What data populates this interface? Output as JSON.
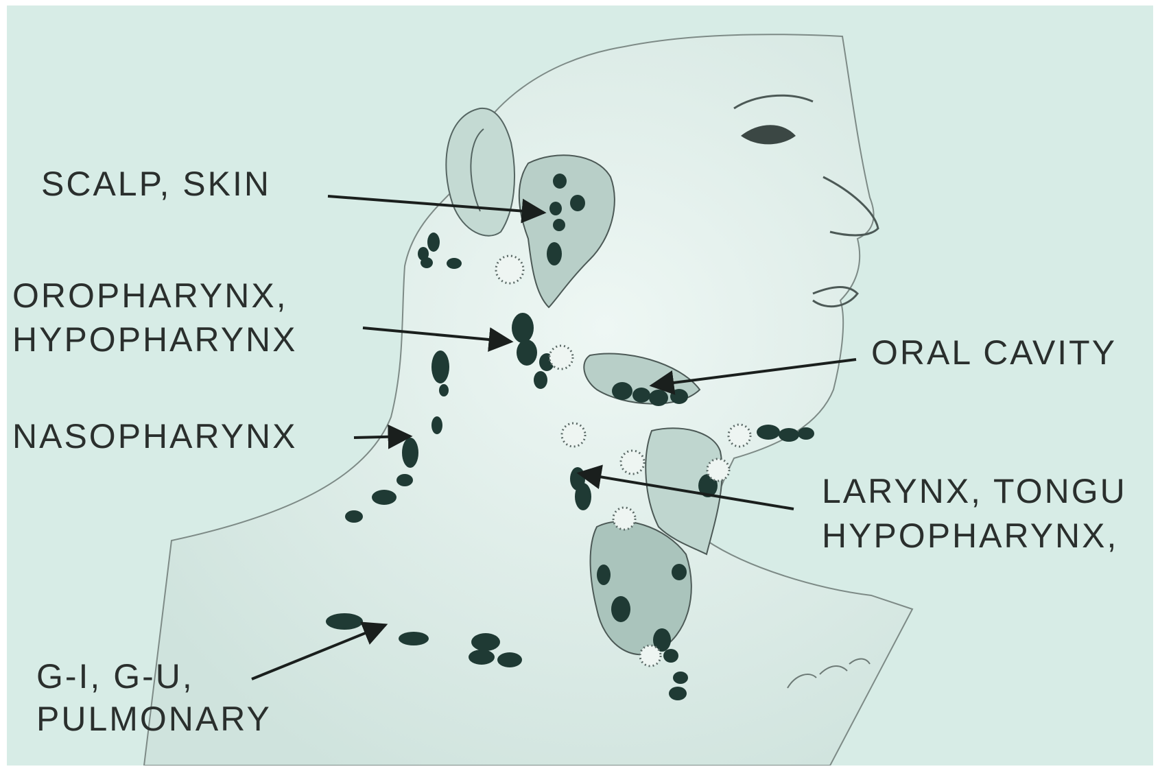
{
  "labels": {
    "scalp_skin": "SCALP, SKIN",
    "oropharynx_line1": "OROPHARYNX,",
    "oropharynx_line2": "HYPOPHARYNX",
    "nasopharynx": "NASOPHARYNX",
    "gi_line1": "G-I, G-U,",
    "gi_line2": "PULMONARY",
    "oral_cavity": "ORAL CAVITY",
    "larynx_line1": "LARYNX, TONGU",
    "larynx_line2": "HYPOPHARYNX,"
  },
  "colors": {
    "background": "#d7ece6",
    "text": "#2a2f2d",
    "node": "#1f3a34",
    "line": "#555f5c"
  }
}
